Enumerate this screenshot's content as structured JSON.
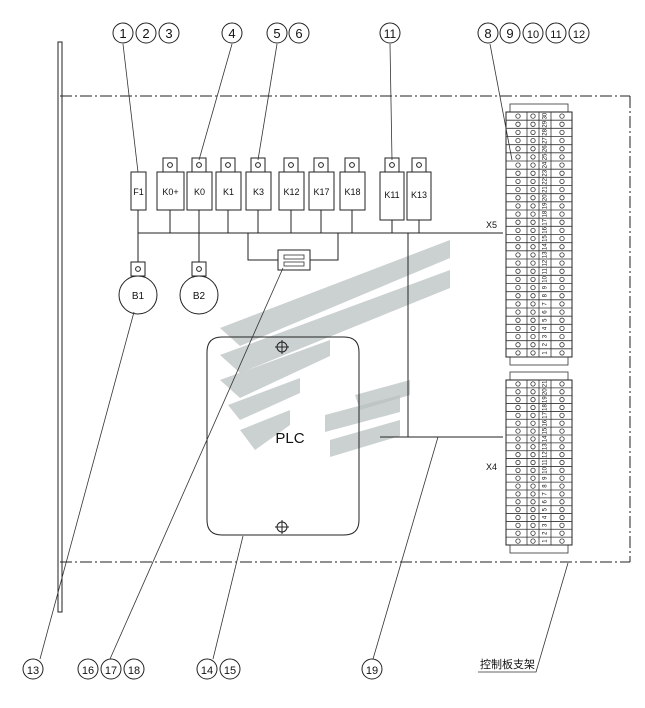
{
  "callouts": {
    "c1": "1",
    "c2": "2",
    "c3": "3",
    "c4": "4",
    "c5": "5",
    "c6": "6",
    "c11a": "11",
    "c8": "8",
    "c9": "9",
    "c10": "10",
    "c11b": "11",
    "c12": "12",
    "c13": "13",
    "c16": "16",
    "c17": "17",
    "c18": "18",
    "c14": "14",
    "c15": "15",
    "c19": "19"
  },
  "components": {
    "f1": "F1",
    "k0plus": "K0+",
    "k0": "K0",
    "k1": "K1",
    "k3": "K3",
    "k12": "K12",
    "k17": "K17",
    "k18": "K18",
    "k11": "K11",
    "k13": "K13"
  },
  "motors": {
    "b1": "B1",
    "b2": "B2"
  },
  "plc": {
    "label": "PLC"
  },
  "terminals": {
    "x5_label": "X5",
    "x4_label": "X4",
    "x5_numbers": [
      "1",
      "2",
      "3",
      "4",
      "5",
      "6",
      "7",
      "8",
      "9",
      "10",
      "11",
      "12",
      "13",
      "14",
      "15",
      "16",
      "17",
      "18",
      "19",
      "20",
      "21",
      "22",
      "23",
      "24",
      "25",
      "26",
      "27",
      "28",
      "29",
      "30"
    ],
    "x4_numbers": [
      "1",
      "2",
      "3",
      "4",
      "5",
      "6",
      "7",
      "8",
      "9",
      "10",
      "11",
      "12",
      "13",
      "14",
      "15",
      "16",
      "17",
      "18",
      "19",
      "20",
      "21"
    ]
  },
  "bracket_label": "控制板支架"
}
